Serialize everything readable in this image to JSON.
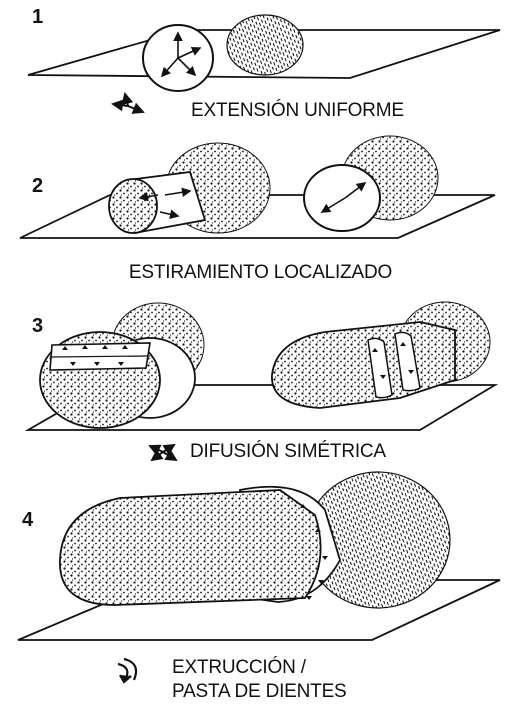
{
  "stages": [
    {
      "number": "1",
      "caption": "EXTENSIÓN UNIFORME"
    },
    {
      "number": "2",
      "caption": "ESTIRAMIENTO LOCALIZADO"
    },
    {
      "number": "3",
      "caption": "DIFUSIÓN SIMÉTRICA"
    },
    {
      "number": "4",
      "caption_line1": "EXTRUCCIÓN /",
      "caption_line2": "PASTA DE DIENTES"
    }
  ],
  "icons": [
    "uniform-extension-arrows-icon",
    "symmetric-diffusion-arrows-icon",
    "extrusion-arrow-icon"
  ],
  "colors": {
    "ink": "#111111",
    "background": "#ffffff"
  }
}
